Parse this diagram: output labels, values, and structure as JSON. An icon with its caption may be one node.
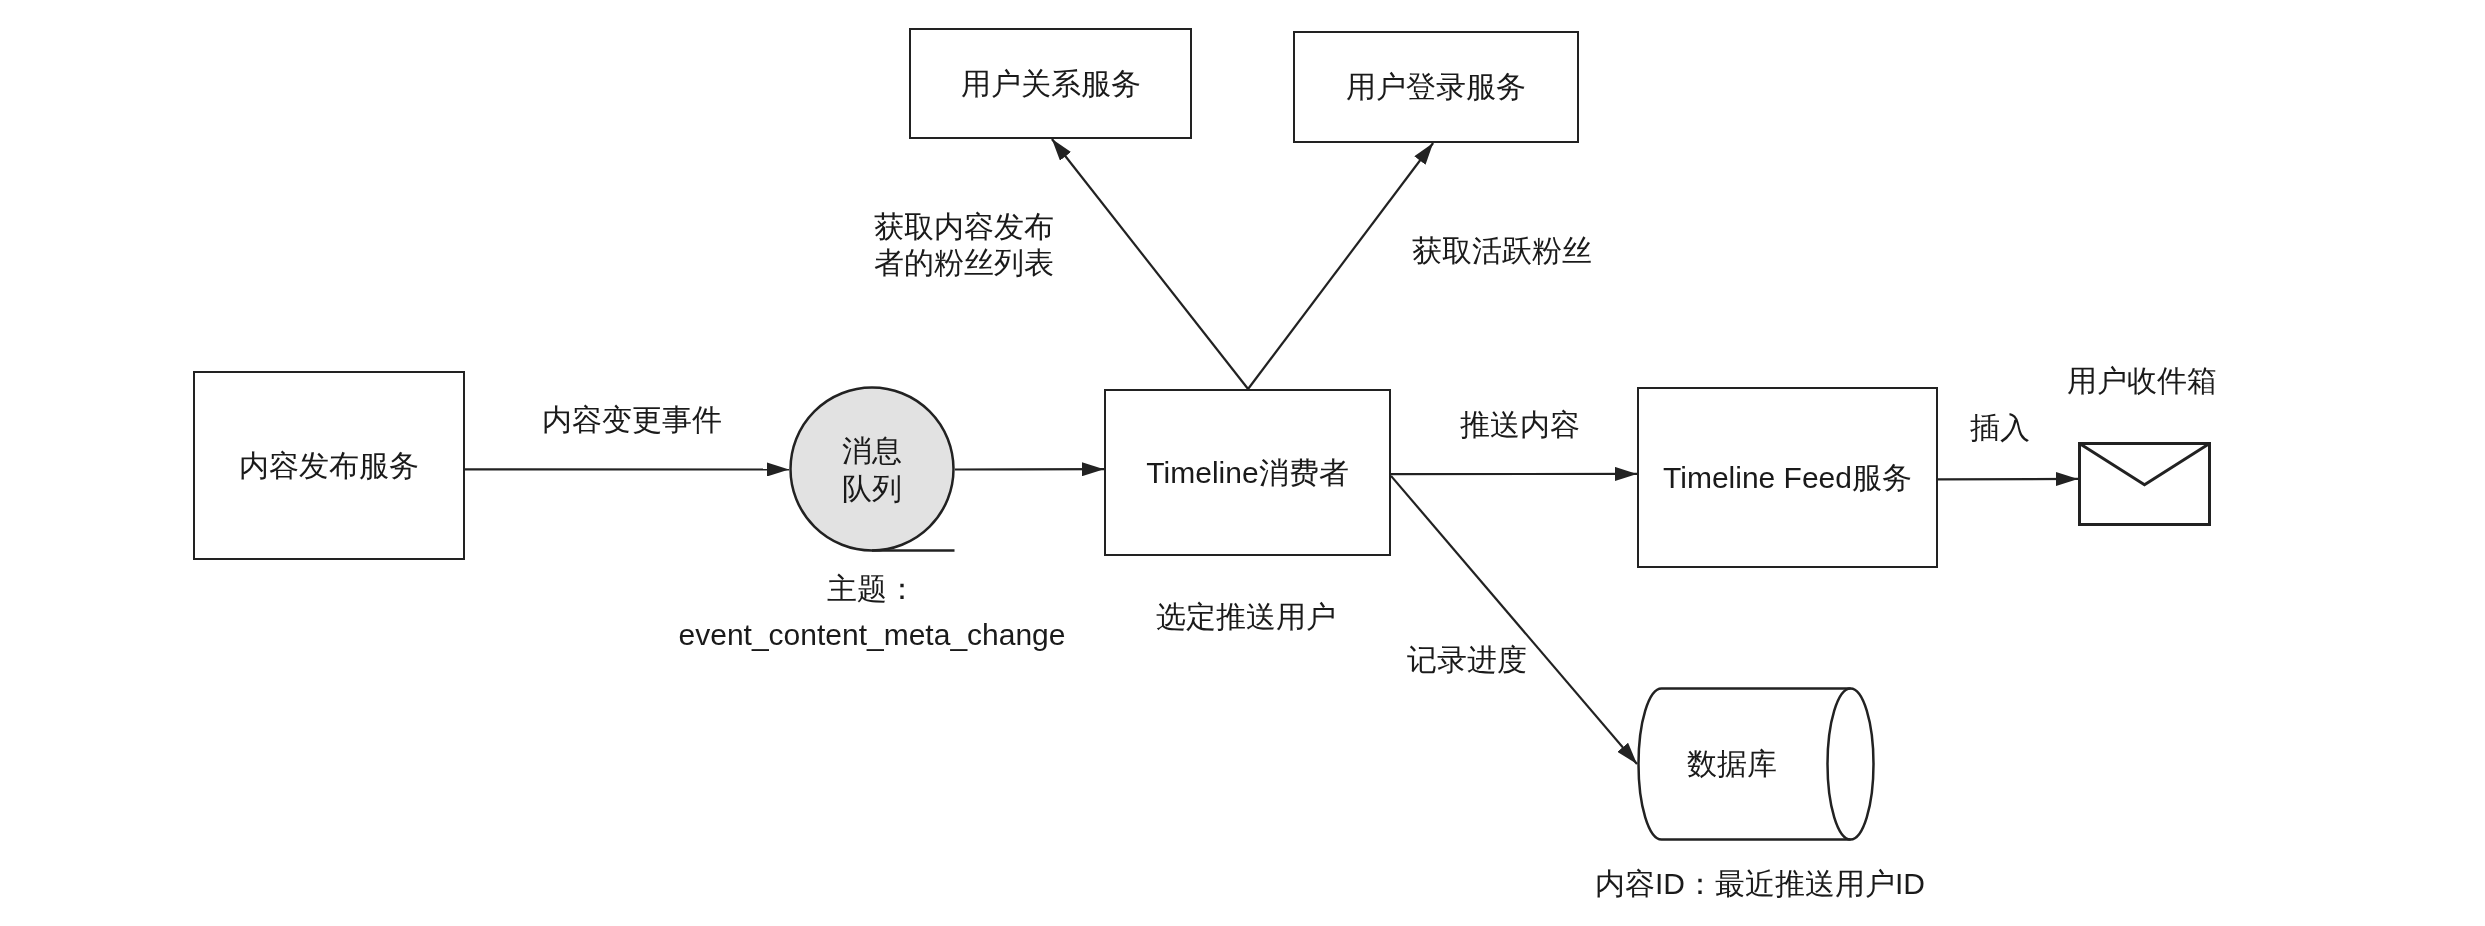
{
  "diagram": {
    "nodes": [
      {
        "text": [
          "内容发布服务"
        ]
      },
      {
        "text": [
          "消息队列"
        ],
        "beside": [
          "主题：event_content_meta_change"
        ]
      },
      {
        "text": [
          "Timeline消费者"
        ],
        "beside": [
          "选定推送用户"
        ]
      },
      {
        "text": [
          "用户关系服务"
        ]
      },
      {
        "text": [
          "用户登录服务"
        ]
      },
      {
        "text": [
          "Timeline Feed服务"
        ]
      },
      {
        "text": [],
        "shape": "picture",
        "beside": [
          "用户收件箱"
        ]
      },
      {
        "text": [
          "数据库"
        ],
        "beside": [
          "内容ID：最近推送用户ID"
        ]
      }
    ],
    "edges": [
      {
        "from": 0,
        "to": 1,
        "arrow": "to",
        "label": "内容变更事件"
      },
      {
        "from": 1,
        "to": 2,
        "arrow": "to"
      },
      {
        "from": 2,
        "to": 3,
        "arrow": "to",
        "label": "获取内容发布者的粉丝列表"
      },
      {
        "from": 2,
        "to": 4,
        "arrow": "to",
        "label": "获取活跃粉丝"
      },
      {
        "from": 2,
        "to": 5,
        "arrow": "to",
        "label": "推送内容"
      },
      {
        "from": 5,
        "to": 6,
        "arrow": "to",
        "label": "插入"
      },
      {
        "from": 2,
        "to": 7,
        "arrow": "to",
        "label": "记录进度"
      }
    ]
  }
}
